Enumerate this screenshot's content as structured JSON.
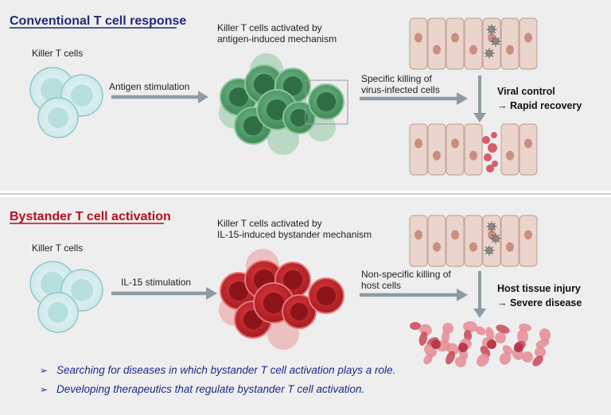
{
  "colors": {
    "panel_bg": "#eeeeee",
    "title_blue": "#1f2a7a",
    "title_red": "#b3121b",
    "bullet_text": "#1a2a8c",
    "naive_cell": "#cfe9ea",
    "naive_border": "#7fbfc1",
    "antigen_cell": "#4e9a68",
    "bystander_cell": "#c0262a",
    "epithelium": "#ead4cc",
    "nucleus": "#c98f7e",
    "virus": "#7d7d7d",
    "arrow": "#8e9ba3"
  },
  "conventional": {
    "title": "Conventional T cell response",
    "killer_label": "Killer T cells",
    "stimulation": "Antigen stimulation",
    "activated_line1": "Killer T cells activated by",
    "activated_line2": "antigen-induced mechanism",
    "killing_line1": "Specific killing of",
    "killing_line2": "virus-infected cells",
    "outcome_line1": "Viral control",
    "outcome_line2": "→ Rapid recovery"
  },
  "bystander": {
    "title": "Bystander T cell activation",
    "killer_label": "Killer T cells",
    "stimulation": "IL-15 stimulation",
    "activated_line1": "Killer T cells activated by",
    "activated_line2": "IL-15-induced bystander mechanism",
    "killing_line1": "Non-specific killing of",
    "killing_line2": "host cells",
    "outcome_line1": "Host tissue injury",
    "outcome_line2": "→ Severe disease"
  },
  "bullets": [
    "Searching for diseases in which bystander T cell activation plays a role.",
    "Developing therapeutics that regulate bystander T cell activation."
  ],
  "bullet_marker": "➢",
  "icons": [
    "t-cell-icon",
    "epithelial-tissue-icon",
    "virus-icon",
    "arrow-icon"
  ]
}
